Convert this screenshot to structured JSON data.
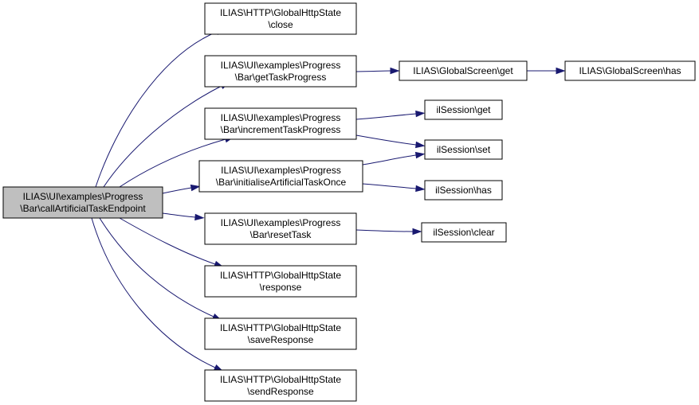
{
  "colors": {
    "edge": "#191970",
    "root_fill": "#bfbfbf",
    "node_fill": "#ffffff",
    "node_border": "#000000"
  },
  "nodes": [
    {
      "id": "root",
      "lines": [
        "ILIAS\\UI\\examples\\Progress",
        "\\Bar\\callArtificialTaskEndpoint"
      ]
    },
    {
      "id": "close",
      "lines": [
        "ILIAS\\HTTP\\GlobalHttpState",
        "\\close"
      ]
    },
    {
      "id": "getTaskProgress",
      "lines": [
        "ILIAS\\UI\\examples\\Progress",
        "\\Bar\\getTaskProgress"
      ]
    },
    {
      "id": "incrementTaskProgress",
      "lines": [
        "ILIAS\\UI\\examples\\Progress",
        "\\Bar\\incrementTaskProgress"
      ]
    },
    {
      "id": "initialiseArtificialTaskOnce",
      "lines": [
        "ILIAS\\UI\\examples\\Progress",
        "\\Bar\\initialiseArtificialTaskOnce"
      ]
    },
    {
      "id": "resetTask",
      "lines": [
        "ILIAS\\UI\\examples\\Progress",
        "\\Bar\\resetTask"
      ]
    },
    {
      "id": "response",
      "lines": [
        "ILIAS\\HTTP\\GlobalHttpState",
        "\\response"
      ]
    },
    {
      "id": "saveResponse",
      "lines": [
        "ILIAS\\HTTP\\GlobalHttpState",
        "\\saveResponse"
      ]
    },
    {
      "id": "sendResponse",
      "lines": [
        "ILIAS\\HTTP\\GlobalHttpState",
        "\\sendResponse"
      ]
    },
    {
      "id": "gsGet",
      "lines": [
        "ILIAS\\GlobalScreen\\get"
      ]
    },
    {
      "id": "gsHas",
      "lines": [
        "ILIAS\\GlobalScreen\\has"
      ]
    },
    {
      "id": "sessGet",
      "lines": [
        "ilSession\\get"
      ]
    },
    {
      "id": "sessSet",
      "lines": [
        "ilSession\\set"
      ]
    },
    {
      "id": "sessHas",
      "lines": [
        "ilSession\\has"
      ]
    },
    {
      "id": "sessClear",
      "lines": [
        "ilSession\\clear"
      ]
    }
  ],
  "edges": [
    {
      "from": "root",
      "to": "close"
    },
    {
      "from": "root",
      "to": "getTaskProgress"
    },
    {
      "from": "root",
      "to": "incrementTaskProgress"
    },
    {
      "from": "root",
      "to": "initialiseArtificialTaskOnce"
    },
    {
      "from": "root",
      "to": "resetTask"
    },
    {
      "from": "root",
      "to": "response"
    },
    {
      "from": "root",
      "to": "saveResponse"
    },
    {
      "from": "root",
      "to": "sendResponse"
    },
    {
      "from": "getTaskProgress",
      "to": "gsGet"
    },
    {
      "from": "gsGet",
      "to": "gsHas"
    },
    {
      "from": "incrementTaskProgress",
      "to": "sessGet"
    },
    {
      "from": "incrementTaskProgress",
      "to": "sessSet"
    },
    {
      "from": "initialiseArtificialTaskOnce",
      "to": "sessSet"
    },
    {
      "from": "initialiseArtificialTaskOnce",
      "to": "sessHas"
    },
    {
      "from": "resetTask",
      "to": "sessClear"
    }
  ]
}
